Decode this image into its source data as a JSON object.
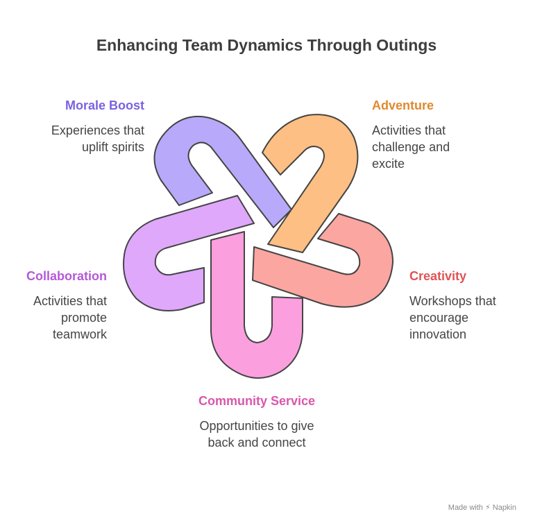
{
  "title": "Enhancing Team Dynamics Through Outings",
  "items": [
    {
      "heading": "Morale Boost",
      "desc": "Experiences that uplift spirits",
      "color": "#7b61e0",
      "fill": "#b8a9fa"
    },
    {
      "heading": "Adventure",
      "desc": "Activities that challenge and excite",
      "color": "#e08a2e",
      "fill": "#fdbf83"
    },
    {
      "heading": "Creativity",
      "desc": "Workshops that encourage innovation",
      "color": "#e05353",
      "fill": "#fba6a1"
    },
    {
      "heading": "Community Service",
      "desc": "Opportunities to give back and connect",
      "color": "#d957ab",
      "fill": "#fc9fdf"
    },
    {
      "heading": "Collaboration",
      "desc": "Activities that promote teamwork",
      "color": "#b458d8",
      "fill": "#dfa8fb"
    }
  ],
  "footer": "Made with ⚡ Napkin"
}
